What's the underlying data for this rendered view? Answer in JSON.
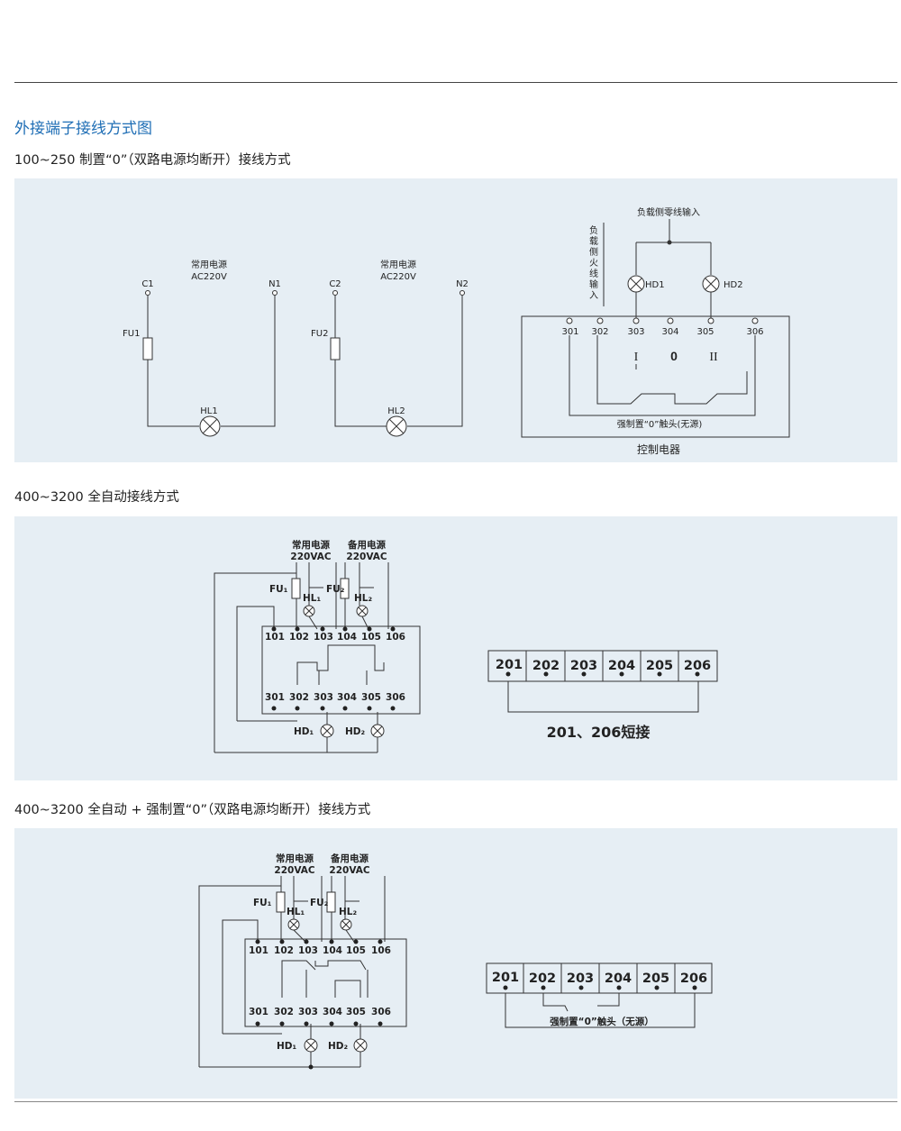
{
  "page": {
    "heading": "外接端子接线方式图",
    "sections": [
      {
        "caption": "100~250 制置“0”（双路电源均断开）接线方式"
      },
      {
        "caption": "400~3200 全自动接线方式"
      },
      {
        "caption": "400~3200 全自动 + 强制置“0”（双路电源均断开）接线方式"
      }
    ]
  },
  "diagram1": {
    "supply_label_1": "常用电源",
    "supply_label_2": "AC220V",
    "c1": "C1",
    "n1": "N1",
    "fu1": "FU1",
    "hl1": "HL1",
    "c2": "C2",
    "n2": "N2",
    "fu2": "FU2",
    "hl2": "HL2",
    "neutral_input": "负载侧零线输入",
    "live_input": "负载侧火线输入",
    "hd1": "HD1",
    "hd2": "HD2",
    "terminals": [
      "301",
      "302",
      "303",
      "304",
      "305",
      "306"
    ],
    "pos_i": "I",
    "pos_0": "0",
    "pos_ii": "II",
    "contact_label": "强制置“0”触头(无源)",
    "box_label": "控制电器"
  },
  "diagram2": {
    "supply_common": "常用电源",
    "supply_backup": "备用电源",
    "voltage_common": "220VAC",
    "voltage_backup": "220VAC",
    "fu1": "FU₁",
    "fu2": "FU₂",
    "hl1": "HL₁",
    "hl2": "HL₂",
    "hd1": "HD₁",
    "hd2": "HD₂",
    "top_terminals": [
      "101",
      "102",
      "103",
      "104",
      "105",
      "106"
    ],
    "bottom_terminals": [
      "301",
      "302",
      "303",
      "304",
      "305",
      "306"
    ],
    "aux_terminals": [
      "201",
      "202",
      "203",
      "204",
      "205",
      "206"
    ],
    "aux_note": "201、206短接"
  },
  "diagram3": {
    "supply_common": "常用电源",
    "supply_backup": "备用电源",
    "voltage_common": "220VAC",
    "voltage_backup": "220VAC",
    "fu1": "FU₁",
    "fu2": "FU₂",
    "hl1": "HL₁",
    "hl2": "HL₂",
    "hd1": "HD₁",
    "hd2": "HD₂",
    "top_terminals": [
      "101",
      "102",
      "103",
      "104",
      "105",
      "106"
    ],
    "bottom_terminals": [
      "301",
      "302",
      "303",
      "304",
      "305",
      "306"
    ],
    "aux_terminals": [
      "201",
      "202",
      "203",
      "204",
      "205",
      "206"
    ],
    "aux_note": "强制置“0”触头（无源）"
  }
}
